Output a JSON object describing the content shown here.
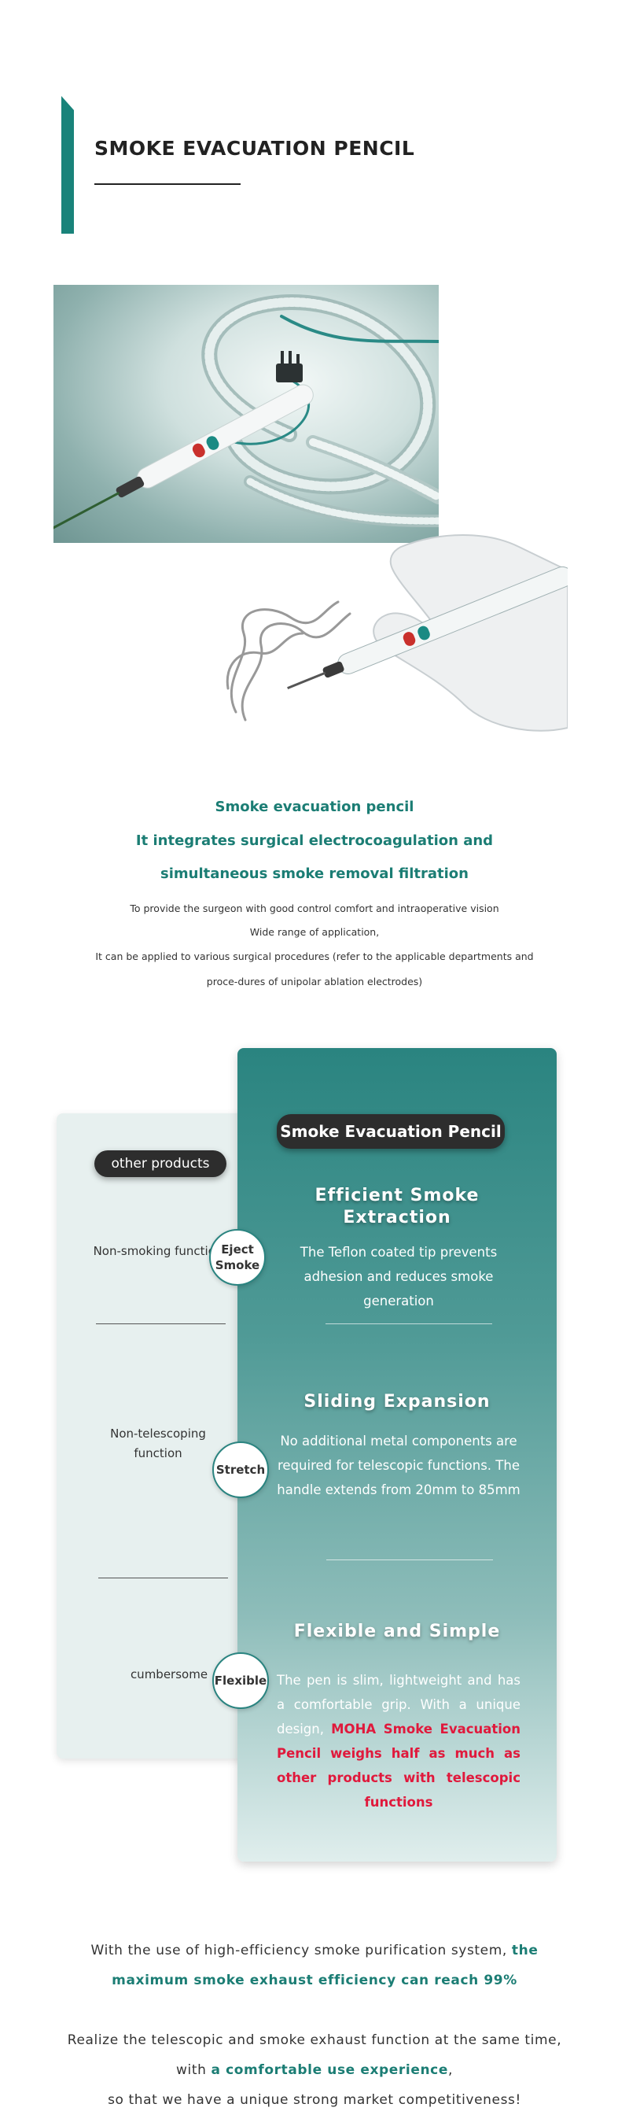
{
  "header": {
    "title": "SMOKE EVACUATION PENCIL"
  },
  "intro": {
    "heading": "Smoke evacuation pencil",
    "subheading": "It integrates surgical electrocoagulation and simultaneous smoke removal filtration",
    "line1": "To provide the surgeon with good control comfort and intraoperative vision",
    "line2": "Wide range of application,",
    "line3": "It can be applied to various surgical procedures (refer to the applicable departments and proce-dures of unipolar ablation electrodes)"
  },
  "comparison": {
    "other_title": "other products",
    "moha_title": "Smoke Evacuation Pencil",
    "features": [
      {
        "badge": "Eject Smoke",
        "other": "Non-smoking function",
        "title": "Efficient Smoke Extraction",
        "desc": "The Teflon coated tip prevents adhesion and reduces smoke generation"
      },
      {
        "badge": "Stretch",
        "other": "Non-telescoping function",
        "title": "Sliding Expansion",
        "desc": "No additional metal components are required for telescopic functions. The handle extends from 20mm to 85mm"
      },
      {
        "badge": "Flexible",
        "other": "cumbersome",
        "title": "Flexible and Simple",
        "desc_plain": "The pen is slim, lightweight and has a comfortable grip. With a unique design, ",
        "desc_highlight": "MOHA Smoke Evacuation Pencil weighs half as much as other products with telescopic functions"
      }
    ]
  },
  "bottom": {
    "p1_plain": "With the use of high-efficiency smoke purification system, ",
    "p1_highlight": "the maximum smoke exhaust efficiency can reach 99%",
    "p2_plain": "Realize the telescopic and smoke exhaust function at the same time, with ",
    "p2_highlight": "a comfortable use experience",
    "p2_comma": ",",
    "p3": "so that we have a unique strong market competitiveness!"
  },
  "colors": {
    "brand": "#1b7d74",
    "highlight": "#e0193c",
    "panel_light": "#e7f0ef"
  },
  "images": {
    "main": "smoke-evacuation-pencil-photo",
    "hand": "hand-holding-pencil-photo"
  }
}
